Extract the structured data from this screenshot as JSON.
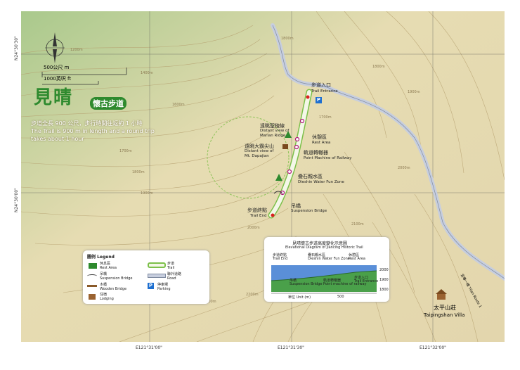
{
  "title": {
    "main": "見晴",
    "sub": "懷古步道"
  },
  "description": {
    "cn": "步道全長 900 公尺，步行時間往返約 1 小時",
    "en_line1": "The Trail is 900 m in length and a round trip",
    "en_line2": "takes about 1 hour"
  },
  "scale": {
    "meters": "500公尺 m",
    "feet": "1000英呎 ft"
  },
  "coordinates": {
    "lat_top": "N24°30'30\"",
    "lat_mid": "N24°30'00\"",
    "lon_left": "E121°31'00\"",
    "lon_mid": "E121°31'30\"",
    "lon_right": "E121°32'00\""
  },
  "elevations": [
    "1200m",
    "1400m",
    "1600m",
    "1700m",
    "1800m",
    "1900m",
    "1800m",
    "2000m",
    "1900m",
    "1800m",
    "1700m",
    "2100m",
    "2200m",
    "2100m",
    "2000m"
  ],
  "places": {
    "trail_entrance_cn": "步道入口",
    "trail_entrance_en": "Trail Entrance",
    "marian_cn": "遠眺聖稜線",
    "marian_en1": "Distant view of",
    "marian_en2": "Marian Ridge",
    "dapajian_cn": "遠眺大霸尖山",
    "dapajian_en1": "Distant view of",
    "dapajian_en2": "Mt. Dapajian",
    "rest_cn": "休憩區",
    "rest_en": "Rest Area",
    "railway_cn": "軌道轉轍器",
    "railway_en": "Point Machine of Railway",
    "water_cn": "疊石親水區",
    "water_en": "Dieshin Water Fun Zone",
    "bridge_cn": "吊橋",
    "bridge_en": "Suspension Bridge",
    "trail_end_cn": "步道終點",
    "trail_end_en": "Trail End",
    "villa_cn": "太平山莊",
    "villa_en": "Taipingshan Villa",
    "road": "宜專一線 Yilan Route 1",
    "parking_icon": "P"
  },
  "legend": {
    "title": "圖例 Legend",
    "items": [
      {
        "cn": "休息區",
        "en": "Rest Area"
      },
      {
        "cn": "吊橋",
        "en": "Suspension Bridge"
      },
      {
        "cn": "木橋",
        "en": "Wooden Bridge"
      },
      {
        "cn": "住宿",
        "en": "Lodging"
      },
      {
        "cn": "步道",
        "en": "Trail"
      },
      {
        "cn": "聯外道路",
        "en": "Road"
      },
      {
        "cn": "停車場",
        "en": "Parking"
      }
    ]
  },
  "profile": {
    "title_cn": "見晴懷古步道高度變化示意圖",
    "title_en": "Elevational Diagram of Jiancing Historic Trail",
    "labels": [
      {
        "cn": "步道終點",
        "en": "Trail End"
      },
      {
        "cn": "疊石親水區",
        "en": "Dieshin Water Fun Zone"
      },
      {
        "cn": "休憩區",
        "en": "Rest Area"
      },
      {
        "cn": "吊橋",
        "en": "Suspension Bridge"
      },
      {
        "cn": "軌道轉轍器",
        "en": "Point machine of railway"
      },
      {
        "cn": "步道入口",
        "en": "Trail Entrance"
      }
    ],
    "y_ticks": [
      "2000",
      "1900",
      "1800"
    ],
    "x_unit": "單位 Unit (m)",
    "x_tick": "500"
  },
  "colors": {
    "trail": "#f2f6e4",
    "trail_edge": "#7cc04a",
    "poi": "#b0167a",
    "water": "#bfc8d8",
    "green": "#2e8a2e"
  }
}
